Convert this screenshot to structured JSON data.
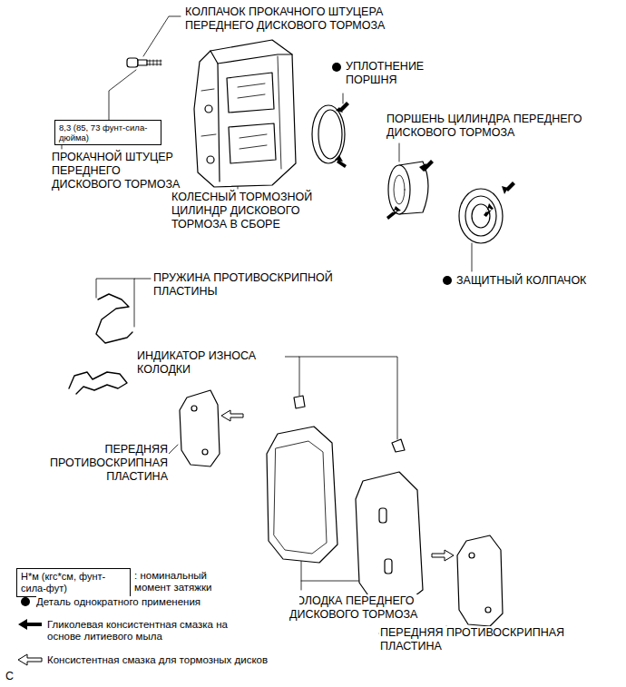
{
  "diagram": {
    "nodes": [
      {
        "text": [
          "8,3 (85, 73 фунт-сила-дюйма)"
        ]
      },
      {
        "text": [
          "Н*м (кгс*см, фунт-сила-фут)"
        ]
      }
    ],
    "labels": [
      "КОЛПАЧОК ПРОКАЧНОГО ШТУЦЕРА ПЕРЕДНЕГО ДИСКОВОГО ТОРМОЗА",
      "УПЛОТНЕНИЕ ПОРШНЯ",
      "ПОРШЕНЬ ЦИЛИНДРА ПЕРЕДНЕГО ДИСКОВОГО ТОРМОЗА",
      "ПРОКАЧНОЙ ШТУЦЕР ПЕРЕДНЕГО ДИСКОВОГО ТОРМОЗА",
      "КОЛЕСНЫЙ ТОРМОЗНОЙ ЦИЛИНДР ДИСКОВОГО ТОРМОЗА В СБОРЕ",
      "ЗАЩИТНЫЙ КОЛПАЧОК",
      "ПРУЖИНА ПРОТИВОСКРИПНОЙ ПЛАСТИНЫ",
      "ИНДИКАТОР ИЗНОСА КОЛОДКИ",
      "ПЕРЕДНЯЯ ПРОТИВОСКРИПНАЯ ПЛАСТИНА",
      "КОЛОДКА ПЕРЕДНЕГО ДИСКОВОГО ТОРМОЗА",
      "ПЕРЕДНЯЯ ПРОТИВОСКРИПНАЯ ПЛАСТИНА",
      "C"
    ],
    "legend": [
      {
        "text": ": номинальный момент затяжки"
      },
      {
        "text": "Деталь однократного применения"
      },
      {
        "text": "Гликолевая консистентная смазка на основе литиевого мыла"
      },
      {
        "text": "Консистентная смазка для тормозных дисков"
      }
    ]
  }
}
